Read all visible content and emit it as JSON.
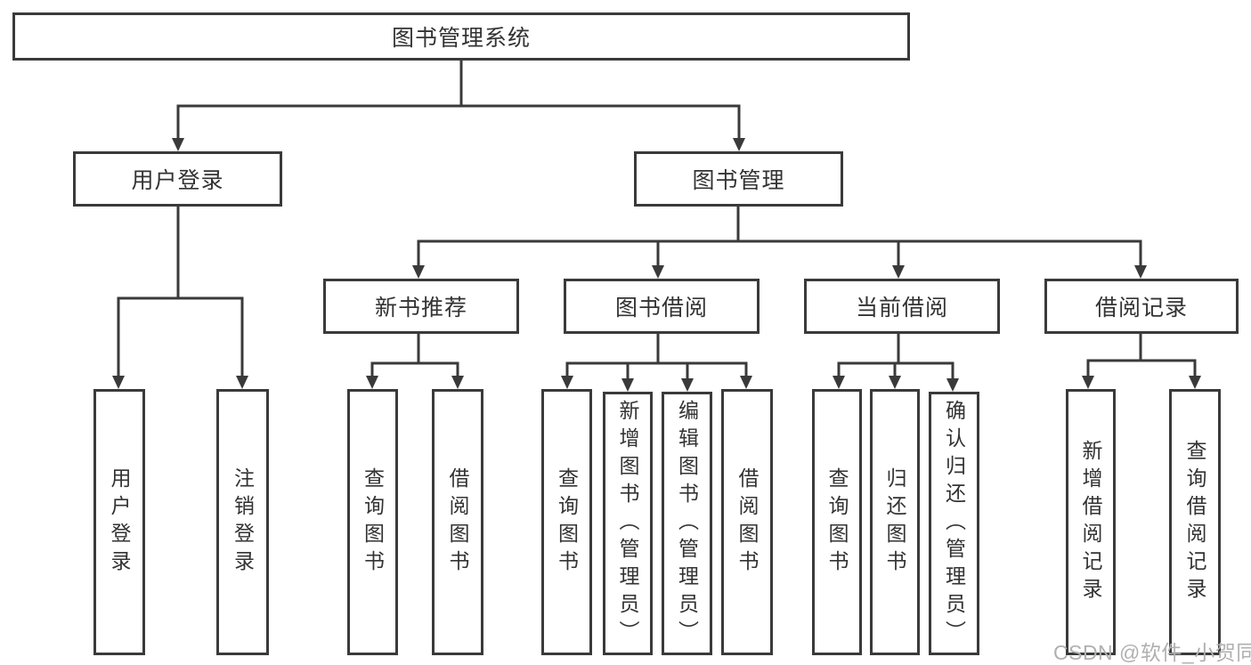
{
  "nodes": {
    "root": "图书管理系统",
    "user_login": "用户登录",
    "book_mgmt": "图书管理",
    "new_books": "新书推荐",
    "book_borrow": "图书借阅",
    "current_borrow": "当前借阅",
    "borrow_records": "借阅记录"
  },
  "leaves": {
    "login": "用户登录",
    "logout": "注销登录",
    "nb_query": "查询图书",
    "nb_borrow": "借阅图书",
    "bb_query": "查询图书",
    "bb_add": "新增图书（管理员）",
    "bb_edit": "编辑图书（管理员）",
    "bb_borrow": "借阅图书",
    "cb_query": "查询图书",
    "cb_return": "归还图书",
    "cb_confirm": "确认归还（管理员）",
    "br_add": "新增借阅记录",
    "br_query": "查询借阅记录"
  },
  "watermark": "CSDN @软件_小贺同学",
  "colors": {
    "line": "#3a3a3a",
    "text": "#333333",
    "watermark": "#b0b0b0",
    "background": "#ffffff"
  }
}
